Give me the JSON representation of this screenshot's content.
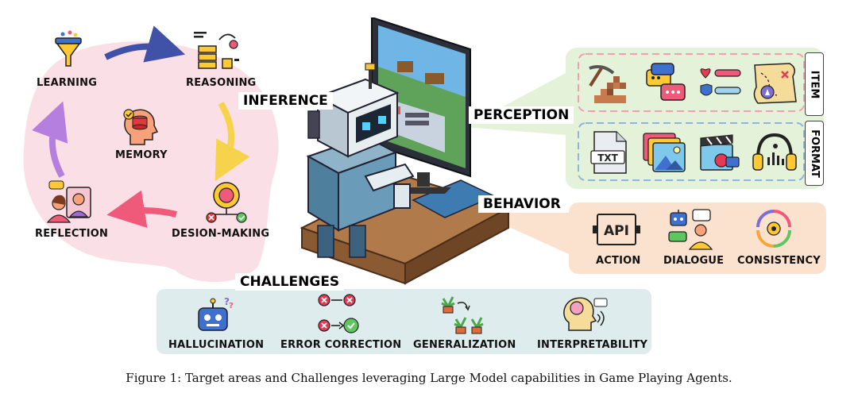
{
  "cycle": {
    "learning": "LEARNING",
    "reasoning": "REASONING",
    "memory": "MEMORY",
    "reflection": "REFLECTION",
    "decision": "DESION-MAKING"
  },
  "inference": "INFERENCE",
  "perception": {
    "title": "PERCEPTION",
    "item_tab": "ITEM",
    "format_tab": "FORMAT",
    "format_icons": {
      "txt_label": "TXT"
    }
  },
  "behavior": {
    "title": "BEHAVIOR",
    "items": [
      {
        "label": "ACTION",
        "icon_text": "API"
      },
      {
        "label": "DIALOGUE"
      },
      {
        "label": "CONSISTENCY"
      }
    ]
  },
  "challenges": {
    "title": "CHALLENGES",
    "items": [
      {
        "label": "HALLUCINATION"
      },
      {
        "label": "ERROR CORRECTION"
      },
      {
        "label": "GENERALIZATION"
      },
      {
        "label": "INTERPRETABILITY"
      }
    ]
  },
  "caption": "Figure 1: Target areas and Challenges leveraging Large Model capabilities in Game Playing Agents.",
  "colors": {
    "brain_pink": "#fbdfe6",
    "perception_green": "#e3f2d8",
    "behavior_peach": "#fbe2cf",
    "challenges_blue": "#dfeced",
    "arrow_blue": "#3f52a8",
    "arrow_yellow": "#f6d34a",
    "arrow_pink": "#f05a7a",
    "arrow_purple": "#b57fe0"
  }
}
